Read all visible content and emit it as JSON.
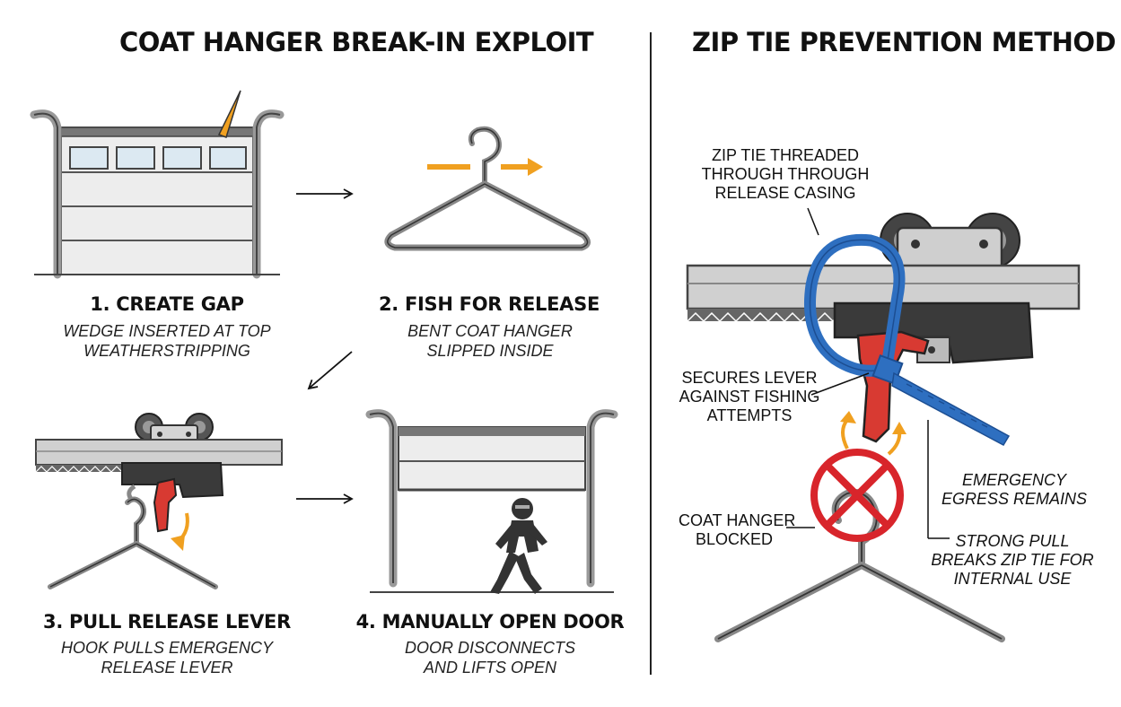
{
  "left_title": "COAT HANGER BREAK-IN EXPLOIT",
  "right_title": "ZIP TIE PREVENTION METHOD",
  "steps": [
    {
      "title": "1. CREATE GAP",
      "desc": [
        "WEDGE INSERTED AT TOP",
        "WEATHERSTRIPPING"
      ]
    },
    {
      "title": "2. FISH FOR RELEASE",
      "desc": [
        "BENT COAT HANGER",
        "SLIPPED INSIDE"
      ]
    },
    {
      "title": "3. PULL RELEASE LEVER",
      "desc": [
        "HOOK PULLS EMERGENCY",
        "RELEASE LEVER"
      ]
    },
    {
      "title": "4. MANUALLY OPEN DOOR",
      "desc": [
        "DOOR DISCONNECTS",
        "AND LIFTS OPEN"
      ]
    }
  ],
  "prevention_labels": {
    "zip_tie": [
      "ZIP TIE THREADED",
      "THROUGH THROUGH",
      "RELEASE CASING"
    ],
    "secures": [
      "SECURES LEVER",
      "AGAINST FISHING",
      "ATTEMPTS"
    ],
    "emergency": [
      "EMERGENCY",
      "EGRESS REMAINS"
    ],
    "blocked": [
      "COAT HANGER",
      "BLOCKED"
    ],
    "strong_pull": [
      "STRONG PULL",
      "BREAKS ZIP TIE FOR",
      "INTERNAL USE"
    ]
  },
  "colors": {
    "accent_orange": "#F0A020",
    "zip_tie_blue": "#2E6FC0",
    "lever_red": "#D83A32",
    "block_red": "#D8252B",
    "rail_gray": "#CFCFCF",
    "dark_gray": "#3A3A3A"
  },
  "icons": [
    "wedge-icon",
    "coat-hanger-icon",
    "trolley-icon",
    "release-lever-icon",
    "burglar-icon",
    "no-symbol-icon",
    "zip-tie-icon",
    "garage-door-icon"
  ]
}
